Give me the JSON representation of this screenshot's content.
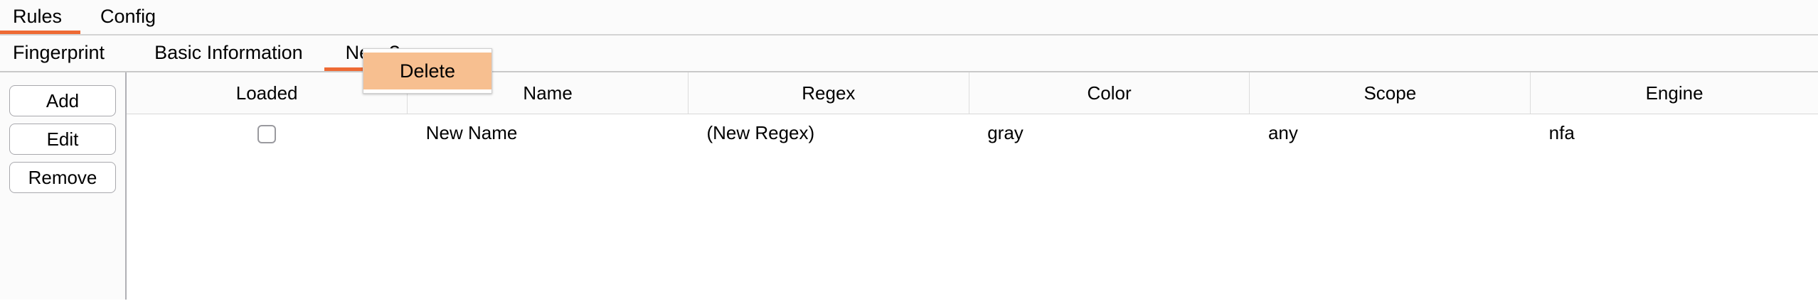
{
  "primary_tabs": {
    "items": [
      {
        "label": "Rules",
        "active": true
      },
      {
        "label": "Config",
        "active": false
      }
    ],
    "accent_color": "#ee6a34"
  },
  "secondary_tabs": {
    "items": [
      {
        "label": "Fingerprint",
        "active": false
      },
      {
        "label": "Basic Information",
        "active": false
      },
      {
        "label": "New ?",
        "active": true
      }
    ],
    "accent_color": "#ee6a34"
  },
  "context_menu": {
    "items": [
      {
        "label": "Delete",
        "highlighted": true
      }
    ],
    "highlight_color": "#f7bf90"
  },
  "side_buttons": [
    {
      "label": "Add"
    },
    {
      "label": "Edit"
    },
    {
      "label": "Remove"
    }
  ],
  "table": {
    "headers": [
      "Loaded",
      "Name",
      "Regex",
      "Color",
      "Scope",
      "Engine"
    ],
    "rows": [
      {
        "loaded": false,
        "name": "New Name",
        "regex": "(New Regex)",
        "color": "gray",
        "scope": "any",
        "engine": "nfa"
      }
    ]
  }
}
